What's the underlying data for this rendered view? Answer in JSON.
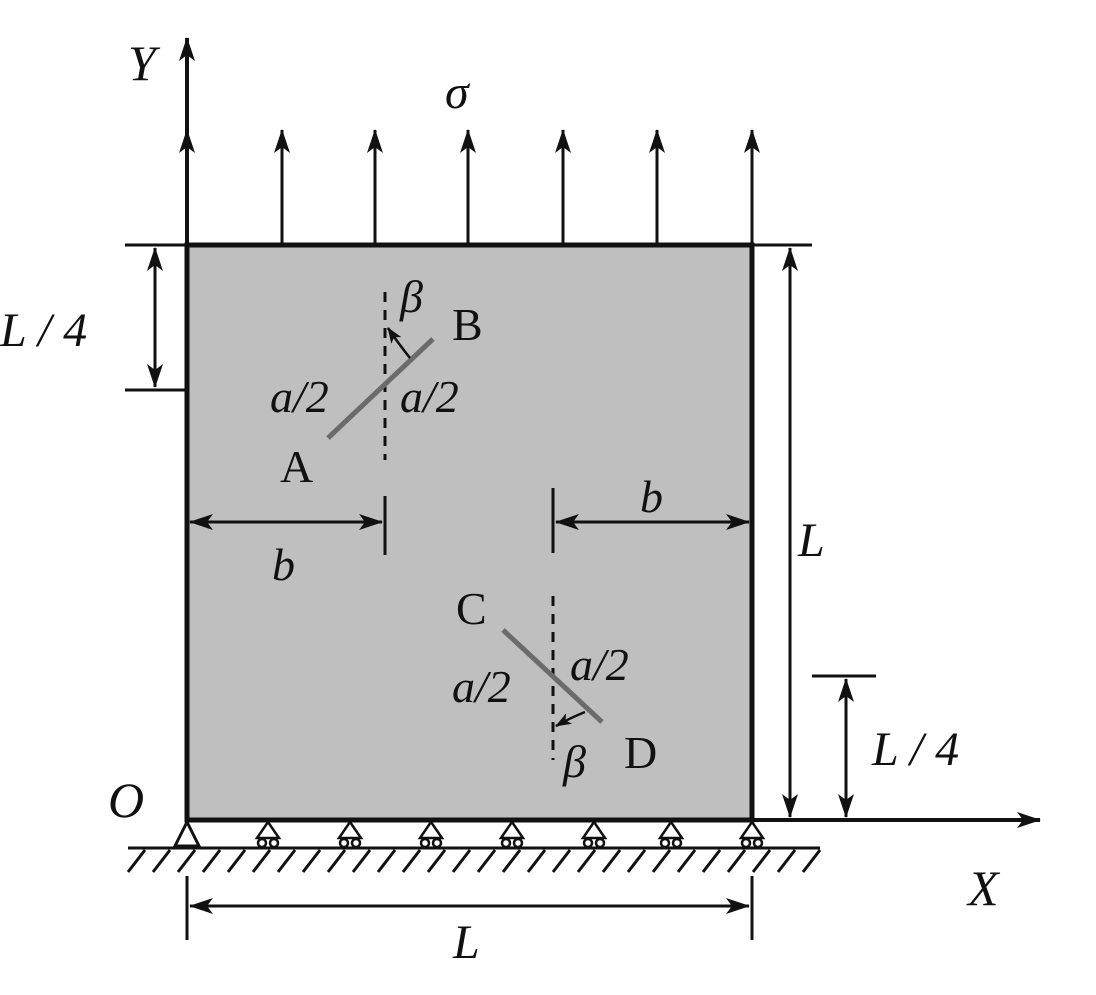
{
  "diagram": {
    "labels": {
      "y_axis": "Y",
      "x_axis": "X",
      "origin": "O",
      "stress": "σ",
      "dim_top_left": "L / 4",
      "dim_bottom_right": "L / 4",
      "dim_right_height": "L",
      "dim_bottom_width": "L",
      "dim_b_left": "b",
      "dim_b_right": "b",
      "point_a": "A",
      "point_b": "B",
      "point_c": "C",
      "point_d": "D",
      "half_crack_ab_left": "a/2",
      "half_crack_ab_right": "a/2",
      "half_crack_cd_left": "a/2",
      "half_crack_cd_right": "a/2",
      "angle_top": "β",
      "angle_bottom": "β"
    },
    "colors": {
      "plate_fill": "#bfbfbf",
      "line": "#111111",
      "crack": "#6b6b6b"
    }
  }
}
